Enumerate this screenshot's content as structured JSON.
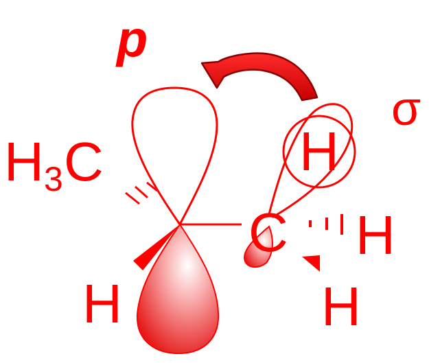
{
  "labels": {
    "orbital_p": "p",
    "orbital_sigma": "σ",
    "methyl_h": "H",
    "methyl_sub": "3",
    "methyl_c": "C",
    "h_lower_left": "H",
    "carbon": "C",
    "h_circled": "H",
    "h_right": "H",
    "h_bottom_right": "H"
  },
  "colors": {
    "stroke": "#ff0000",
    "text": "#ff0000",
    "arrow_fill": "#e01010",
    "arrow_edge": "#8a0000",
    "lobe_dark": "#e51a1a",
    "lobe_light": "#ffffff",
    "background": "#ffffff"
  }
}
